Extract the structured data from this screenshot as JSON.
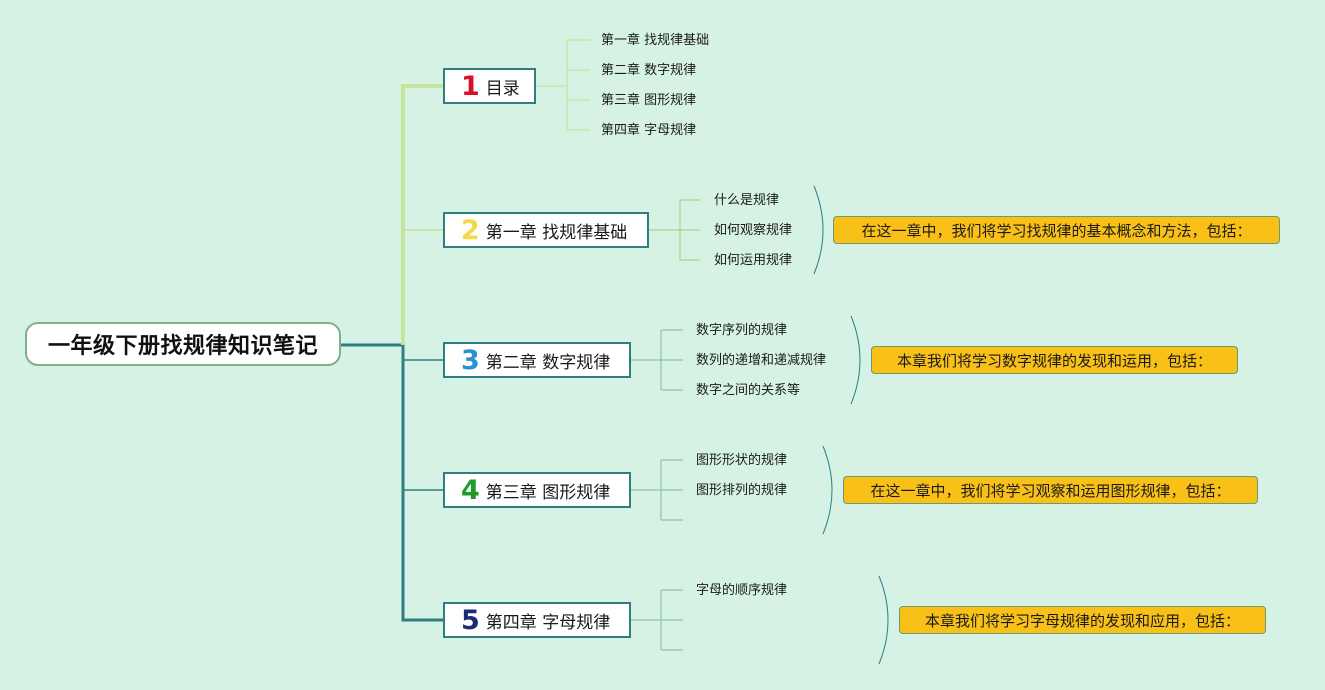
{
  "root": {
    "title": "一年级下册找规律知识笔记"
  },
  "branches": [
    {
      "number": "1",
      "label": "目录",
      "number_color": "#d8112a",
      "items": [
        "第一章 找规律基础",
        "第二章 数字规律",
        "第三章 图形规律",
        "第四章 字母规律"
      ],
      "summary": ""
    },
    {
      "number": "2",
      "label": "第一章 找规律基础",
      "number_color": "#f2d84a",
      "items": [
        "什么是规律",
        "如何观察规律",
        "如何运用规律"
      ],
      "summary": "在这一章中，我们将学习找规律的基本概念和方法，包括："
    },
    {
      "number": "3",
      "label": "第二章 数字规律",
      "number_color": "#2b8fd8",
      "items": [
        "数字序列的规律",
        "数列的递增和递减规律",
        "数字之间的关系等"
      ],
      "summary": "本章我们将学习数字规律的发现和运用，包括："
    },
    {
      "number": "4",
      "label": "第三章 图形规律",
      "number_color": "#1f9a2c",
      "items": [
        "图形形状的规律",
        "图形排列的规律",
        ""
      ],
      "summary": "在这一章中，我们将学习观察和运用图形规律，包括："
    },
    {
      "number": "5",
      "label": "第四章 字母规律",
      "number_color": "#1b2a7a",
      "items": [
        "字母的顺序规律",
        "",
        ""
      ],
      "summary": "本章我们将学习字母规律的发现和应用，包括："
    }
  ],
  "colors": {
    "background": "#d5f2e4",
    "trunk_upper": "#c4e59b",
    "trunk_lower": "#2e7f82",
    "summary_fill": "#f9c117"
  }
}
